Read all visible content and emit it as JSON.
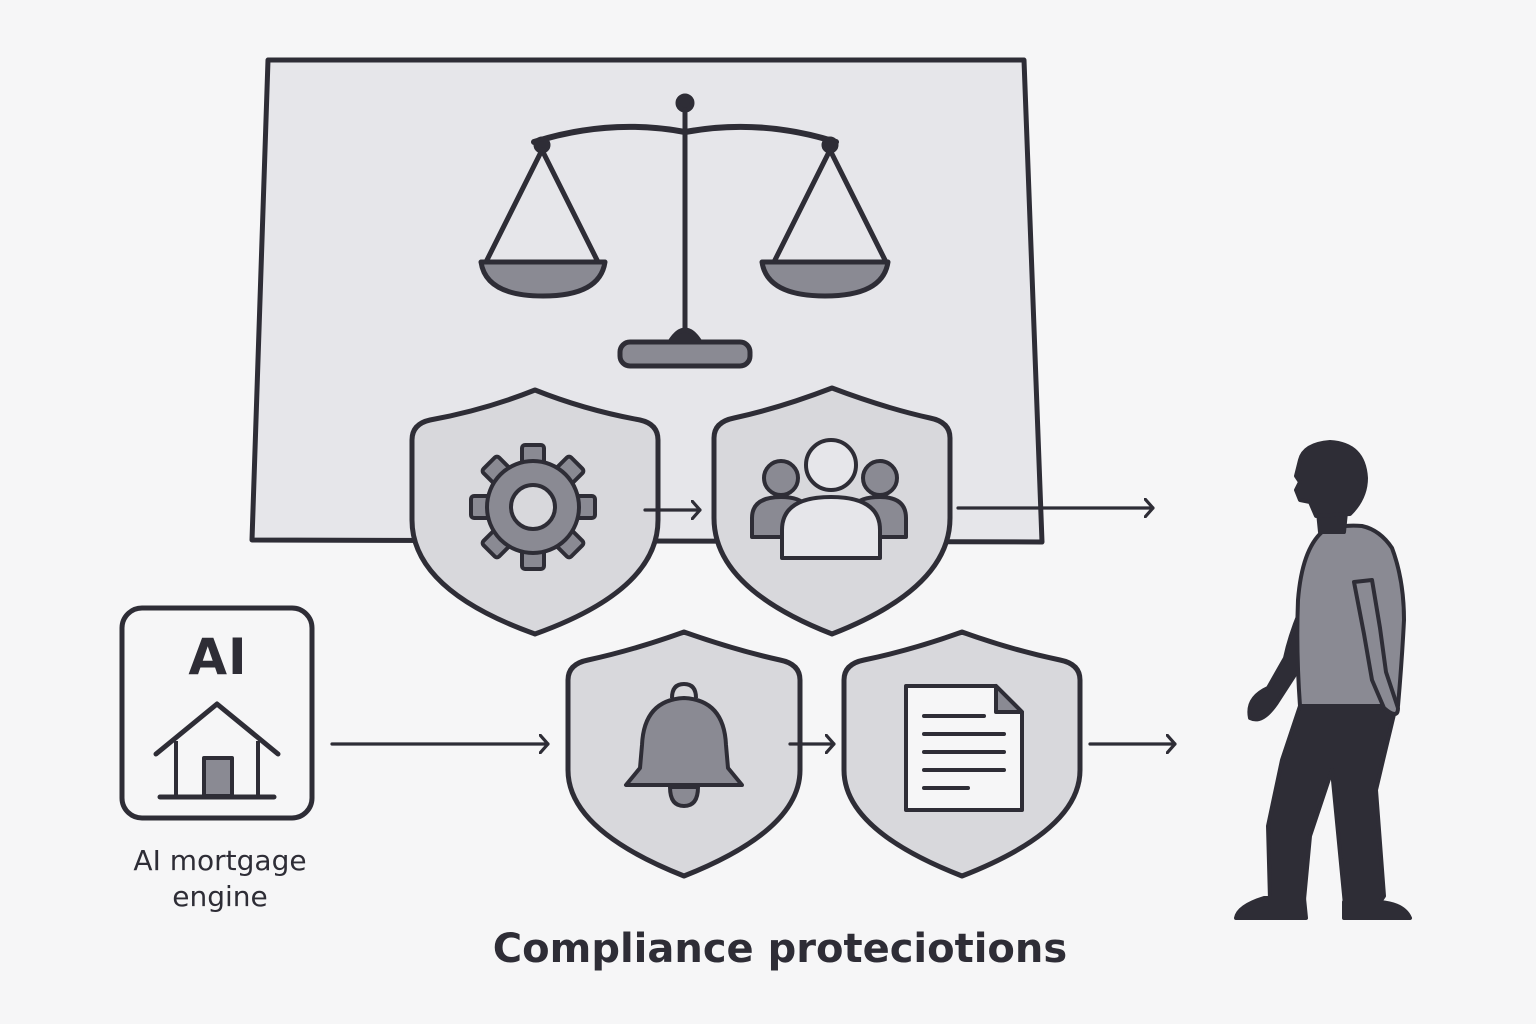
{
  "ai_box": {
    "badge": "AI",
    "caption_line1": "AI mortgage",
    "caption_line2": "engine"
  },
  "caption": "Compliance proteciotions",
  "icons": {
    "panel": "scales-of-justice-icon",
    "shield_1": "gear-icon",
    "shield_2": "people-group-icon",
    "shield_3": "bell-icon",
    "shield_4": "document-icon",
    "ai_box": "house-icon",
    "person": "person-walking-icon"
  },
  "colors": {
    "background": "#f6f6f7",
    "outline": "#2e2d36",
    "panel_fill": "#e6e6ea",
    "shield_fill": "#d8d8dc",
    "icon_fill": "#8a8a93",
    "person_shirt": "#8a8a93",
    "person_dark": "#2e2d36"
  }
}
